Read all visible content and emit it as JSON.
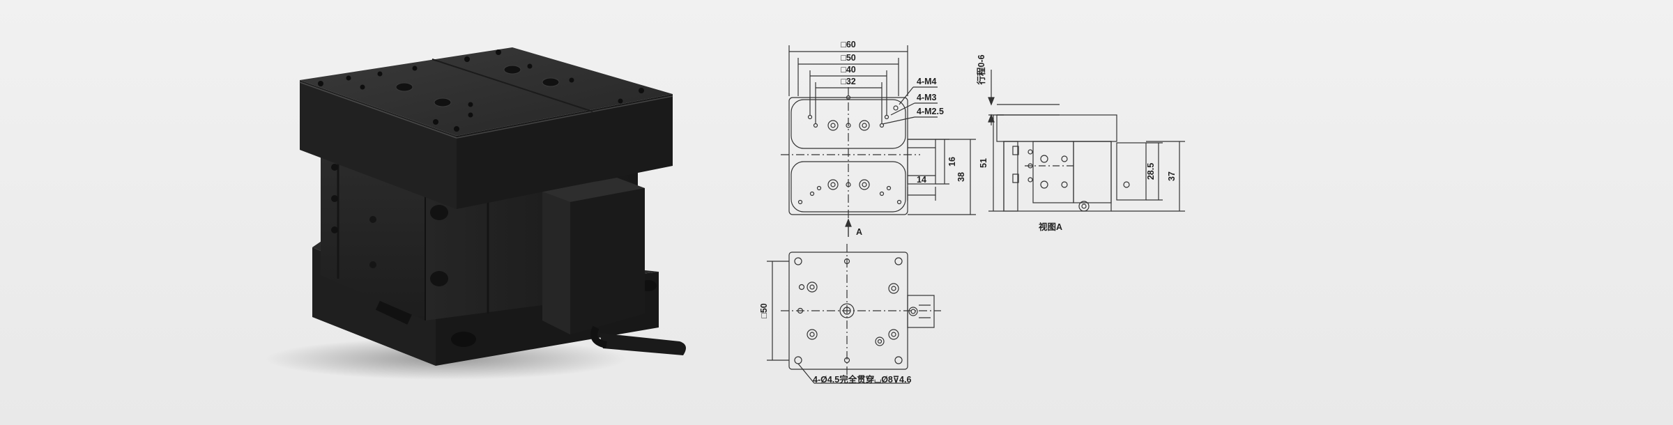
{
  "product": {
    "name": "3d-rendering-black-lifting-stage",
    "colors": {
      "body": "#2a2a2a",
      "top": "#303030",
      "edge": "#1b1b1b",
      "highlight": "#4a4a4a"
    }
  },
  "drawing": {
    "line_color": "#333333",
    "top_view": {
      "dims": {
        "w60": "□60",
        "w50": "□50",
        "w40": "□40",
        "w32": "□32"
      },
      "callouts": {
        "m4": "4-M4",
        "m3": "4-M3",
        "m25": "4-M2.5"
      },
      "side_dims": {
        "d16": "16",
        "d14": "14",
        "d38": "38"
      },
      "view_arrow": "A"
    },
    "side_view": {
      "travel_label": "行程0-6",
      "dims": {
        "d51": "51",
        "d285": "28.5",
        "d37": "37"
      },
      "caption": "视图A"
    },
    "bottom_view": {
      "dims": {
        "d50": "□50"
      },
      "callout": "4-Ø4.5完全贯穿⌴Ø8⊽4.6"
    }
  }
}
